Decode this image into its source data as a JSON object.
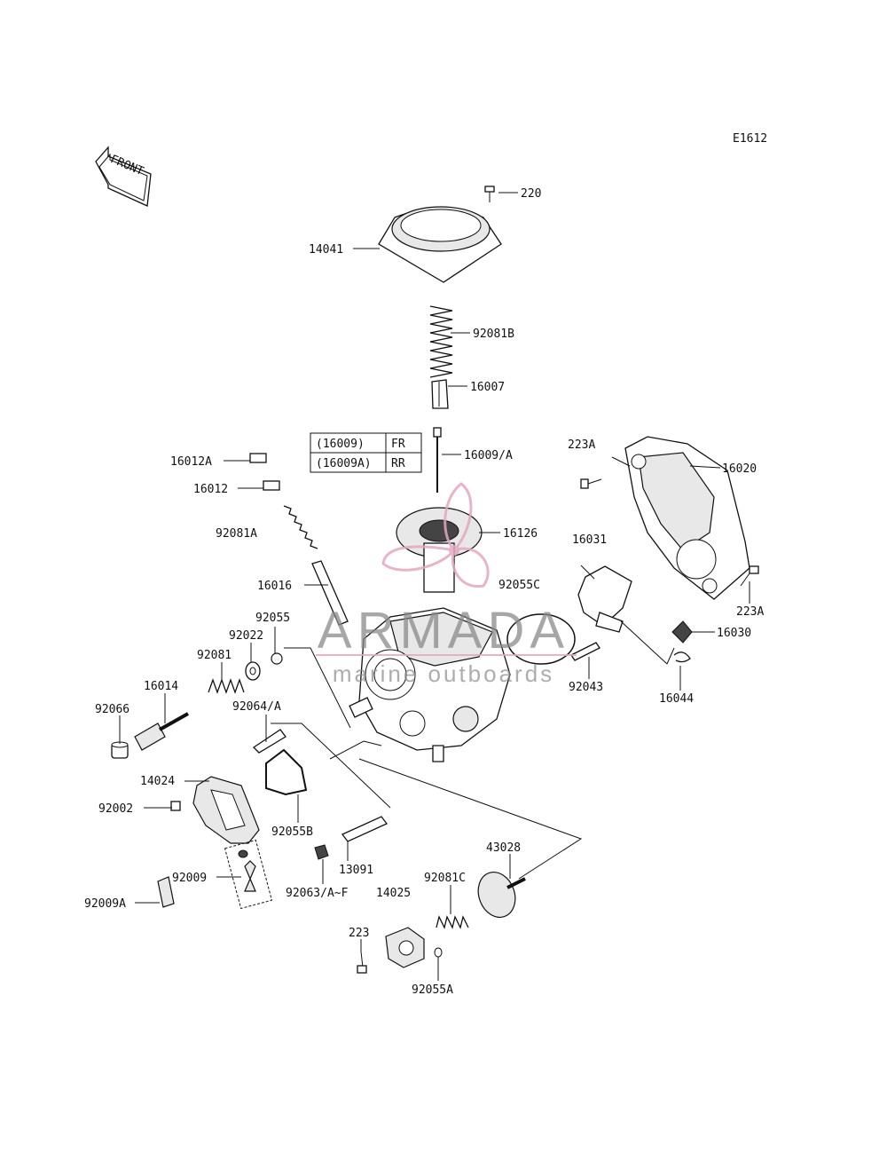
{
  "diagram_code": "E1612",
  "front_label": "FRONT",
  "watermark": {
    "brand": "ARMADA",
    "tagline": "marine outboards",
    "logo_color": "#e3a8c0",
    "text_color": "#8a8a8a"
  },
  "variant_table": {
    "rows": [
      {
        "part": "(16009)",
        "code": "FR"
      },
      {
        "part": "(16009A)",
        "code": "RR"
      }
    ]
  },
  "parts": [
    "220",
    "14041",
    "92081B",
    "16007",
    "16009/A",
    "16126",
    "92055C",
    "16012A",
    "16012",
    "92081A",
    "16016",
    "223A",
    "16020",
    "16031",
    "223A",
    "16030",
    "92043",
    "16044",
    "92055",
    "92022",
    "92081",
    "16014",
    "92066",
    "92064/A",
    "14024",
    "92002",
    "92055B",
    "13091",
    "92009",
    "92009A",
    "92063/A~F",
    "14025",
    "43028",
    "92081C",
    "223",
    "92055A"
  ]
}
